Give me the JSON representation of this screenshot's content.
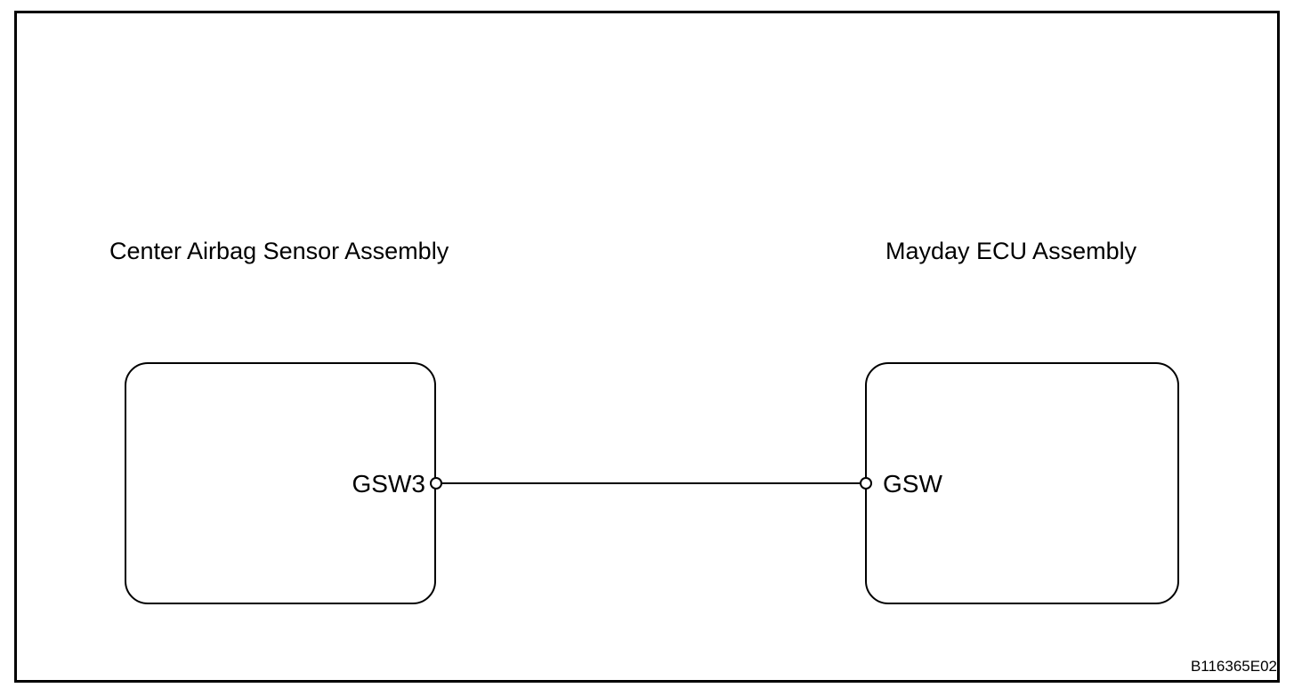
{
  "page": {
    "background_color": "#ffffff",
    "line_color": "#000000"
  },
  "diagram": {
    "components": [
      {
        "label": "Center Airbag Sensor Assembly",
        "terminal": "GSW3"
      },
      {
        "label": "Mayday ECU Assembly",
        "terminal": "GSW"
      }
    ],
    "connection": {
      "from_terminal": "GSW3",
      "to_terminal": "GSW"
    },
    "figure_code": "B116365E02"
  }
}
